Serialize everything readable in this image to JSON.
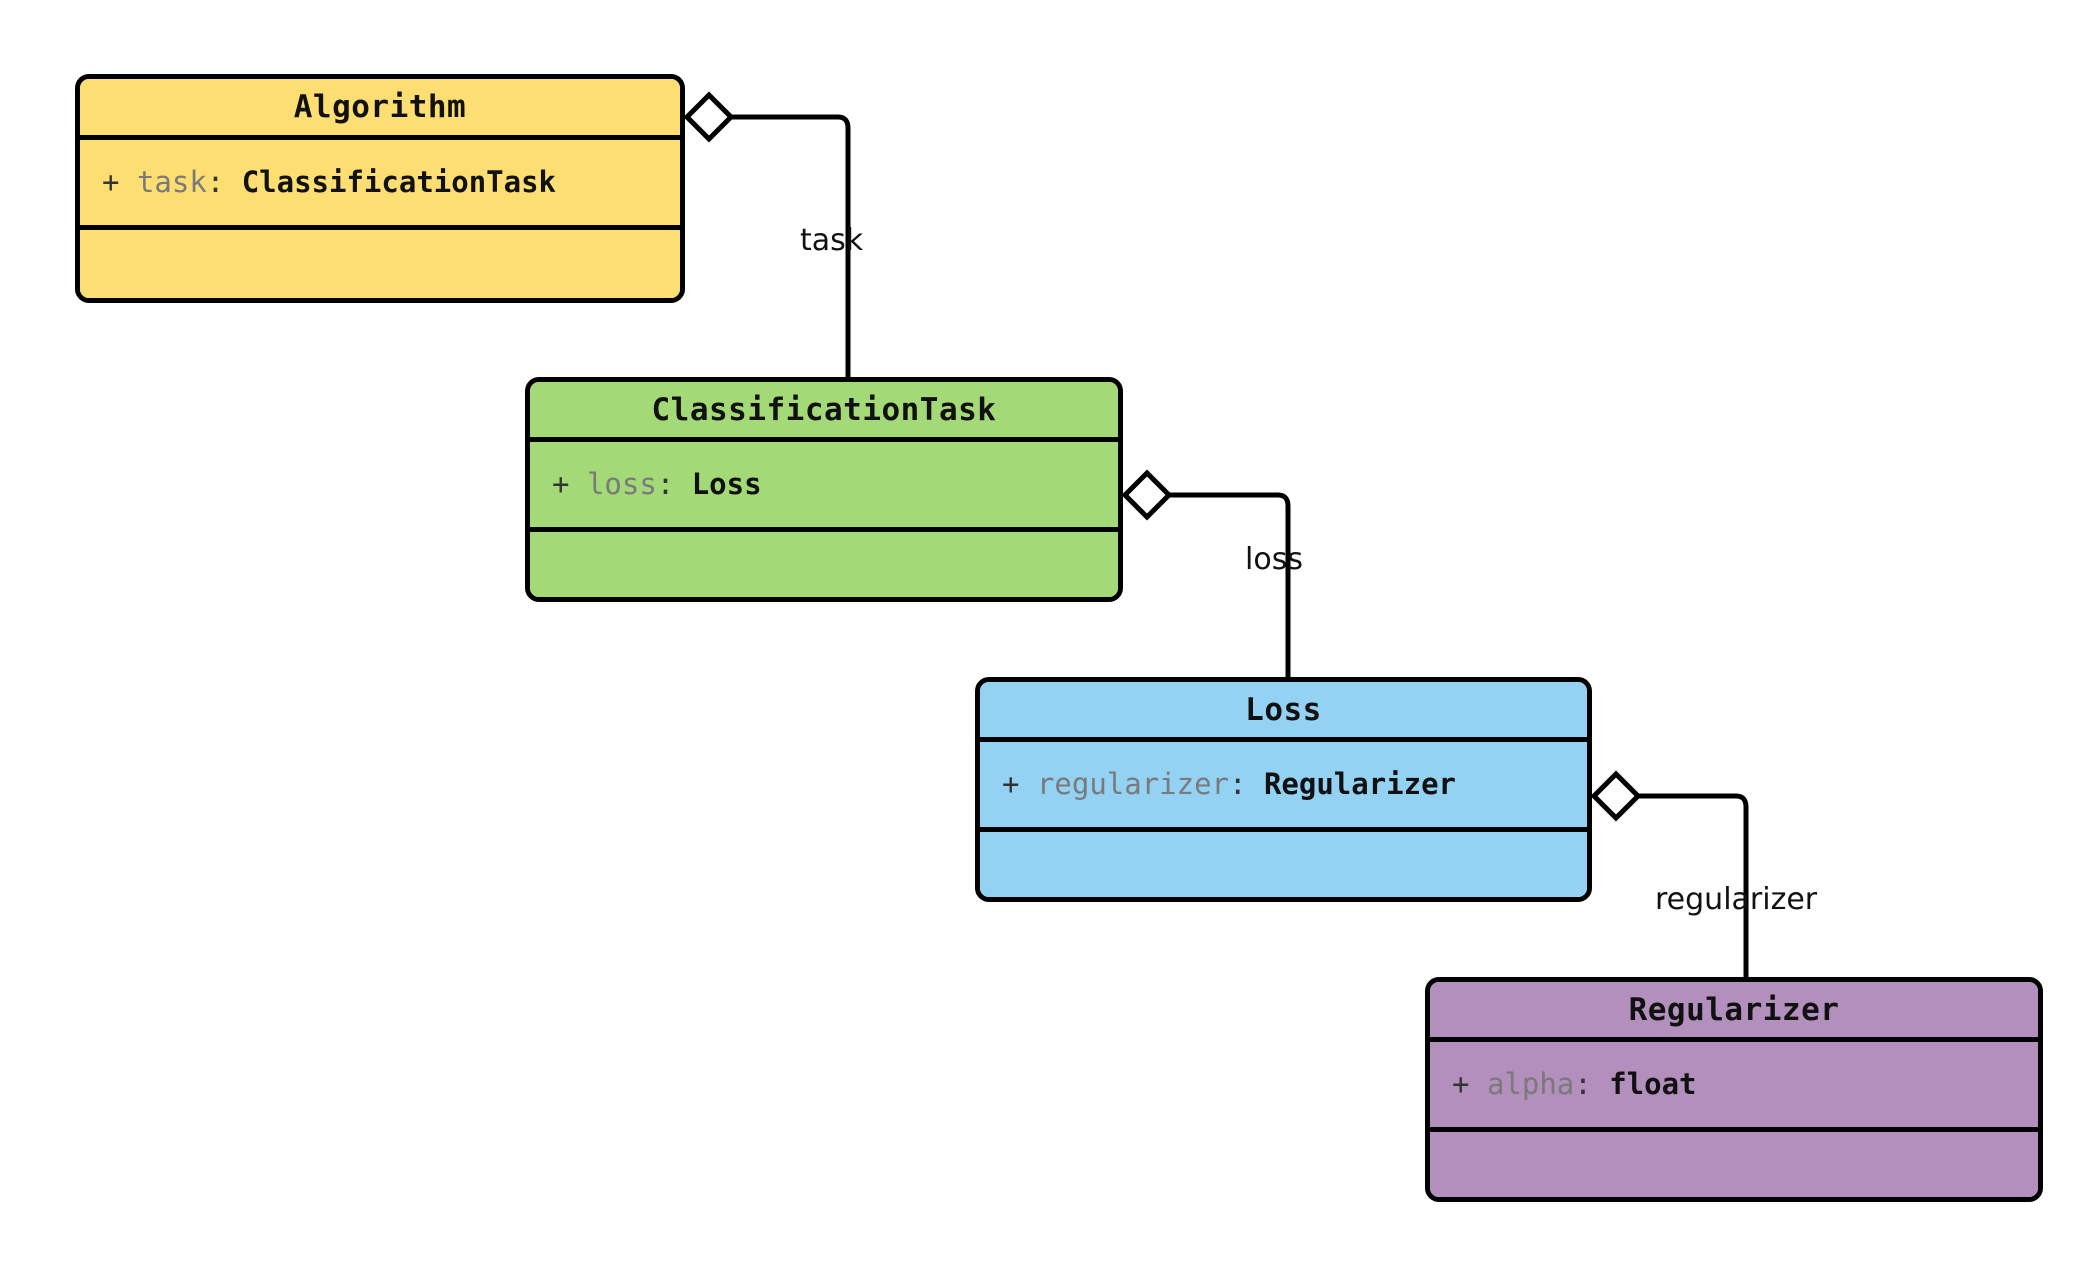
{
  "diagram": {
    "type": "uml-class-diagram",
    "title": "",
    "background_color": "#ffffff",
    "line_color": "#000000",
    "relationship_type": "aggregation",
    "classes": [
      {
        "id": "algorithm",
        "name": "Algorithm",
        "fill_color": "#FDDE72",
        "attributes": [
          {
            "visibility": "+",
            "name": "task",
            "separator": ":",
            "type": "ClassificationTask"
          }
        ],
        "methods": []
      },
      {
        "id": "classification-task",
        "name": "ClassificationTask",
        "fill_color": "#A3D977",
        "attributes": [
          {
            "visibility": "+",
            "name": "loss",
            "separator": ":",
            "type": "Loss"
          }
        ],
        "methods": []
      },
      {
        "id": "loss",
        "name": "Loss",
        "fill_color": "#93D2F3",
        "attributes": [
          {
            "visibility": "+",
            "name": "regularizer",
            "separator": ":",
            "type": "Regularizer"
          }
        ],
        "methods": []
      },
      {
        "id": "regularizer",
        "name": "Regularizer",
        "fill_color": "#B28FBC",
        "attributes": [
          {
            "visibility": "+",
            "name": "alpha",
            "separator": ":",
            "type": "float"
          }
        ],
        "methods": []
      }
    ],
    "relationships": [
      {
        "id": "rel-task",
        "from": "algorithm",
        "to": "classification-task",
        "kind": "aggregation",
        "label": "task"
      },
      {
        "id": "rel-loss",
        "from": "classification-task",
        "to": "loss",
        "kind": "aggregation",
        "label": "loss"
      },
      {
        "id": "rel-regularizer",
        "from": "loss",
        "to": "regularizer",
        "kind": "aggregation",
        "label": "regularizer"
      }
    ]
  }
}
